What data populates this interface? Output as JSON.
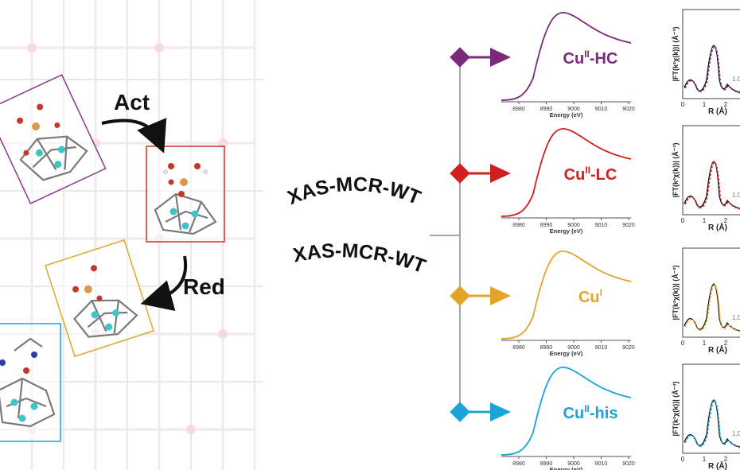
{
  "steps": {
    "activation": "Act",
    "reduction": "Red"
  },
  "method": {
    "label_upper": "XAS-MCR-WT",
    "label_lower": "XAS-MCR-WT"
  },
  "species": [
    {
      "name_main": "Cu",
      "name_sup": "II",
      "name_suffix": "-HC",
      "color": "#7b2a7b"
    },
    {
      "name_main": "Cu",
      "name_sup": "II",
      "name_suffix": "-LC",
      "color": "#d11f1f"
    },
    {
      "name_main": "Cu",
      "name_sup": "I",
      "name_suffix": "",
      "color": "#e2a52a"
    },
    {
      "name_main": "Cu",
      "name_sup": "II",
      "name_suffix": "-his",
      "color": "#1aa3d9"
    }
  ],
  "xanes_axis": {
    "xlabel": "Energy (eV)",
    "ticks": [
      "8980",
      "8990",
      "9000",
      "9010",
      "9020"
    ]
  },
  "exafs_axis": {
    "ylabel": "|FT(k²χ(k))| (Å⁻³)",
    "xlabel": "R (Å)",
    "ticks": [
      "0",
      "1",
      "2"
    ],
    "scale_label": "1.0"
  }
}
